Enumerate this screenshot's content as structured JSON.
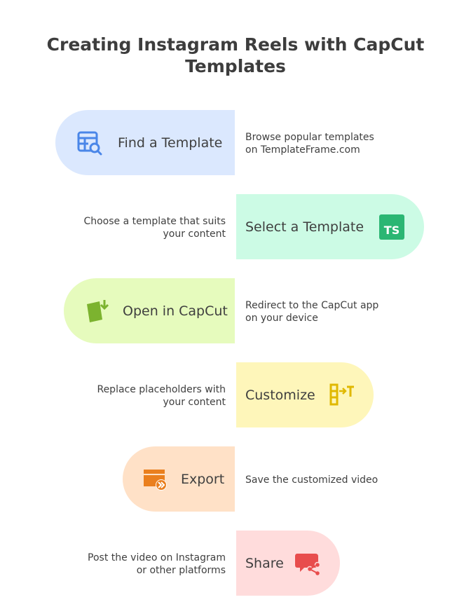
{
  "title": {
    "line1": "Creating Instagram Reels with CapCut",
    "line2": "Templates"
  },
  "steps": [
    {
      "label": "Find a Template",
      "icon": "table-search-icon",
      "color": "#dbe8fe",
      "accent": "#4a86e8",
      "desc": [
        "Browse popular templates",
        "on TemplateFrame.com"
      ]
    },
    {
      "label": "Select a Template",
      "icon": "typescript-icon",
      "color": "#ccfbe5",
      "accent": "#2bb673",
      "badge": "TS",
      "desc": [
        "Choose a template that suits",
        "your content"
      ]
    },
    {
      "label": "Open in CapCut",
      "icon": "file-download-icon",
      "color": "#e6fbbd",
      "accent": "#7cb32f",
      "desc": [
        "Redirect to the CapCut app",
        "on your device"
      ]
    },
    {
      "label": "Customize",
      "icon": "text-replace-icon",
      "color": "#fef6ba",
      "accent": "#e0b800",
      "desc": [
        "Replace placeholders with",
        "your content"
      ]
    },
    {
      "label": "Export",
      "icon": "video-export-icon",
      "color": "#ffe1c7",
      "accent": "#ea7f1e",
      "desc": [
        "Save the customized video"
      ]
    },
    {
      "label": "Share",
      "icon": "chat-share-icon",
      "color": "#ffdcdc",
      "accent": "#e84d4d",
      "desc": [
        "Post the video on Instagram",
        "or other platforms"
      ]
    }
  ]
}
